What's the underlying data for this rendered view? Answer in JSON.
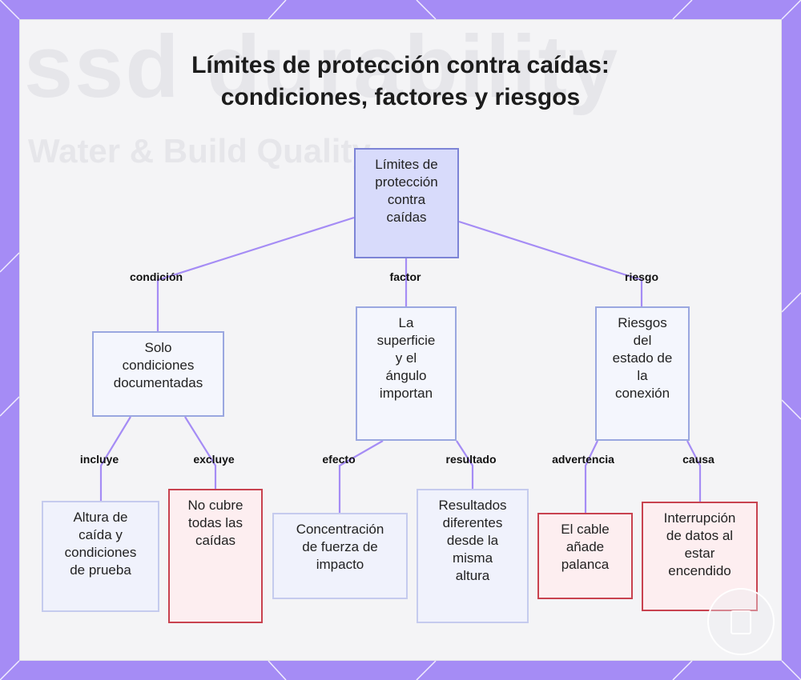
{
  "title": {
    "line1": "Límites de protección contra caídas:",
    "line2": "condiciones, factores y riesgos"
  },
  "nodes": {
    "root": [
      "Límites de",
      "protección",
      "contra",
      "caídas"
    ],
    "condition": [
      "Solo",
      "condiciones",
      "documentadas"
    ],
    "factor": [
      "La",
      "superficie",
      "y el",
      "ángulo",
      "importan"
    ],
    "risk": [
      "Riesgos",
      "del",
      "estado de",
      "la",
      "conexión"
    ],
    "includes": [
      "Altura de",
      "caída y",
      "condiciones",
      "de prueba"
    ],
    "excludes": [
      "No cubre",
      "todas las",
      "caídas"
    ],
    "effect": [
      "Concentración",
      "de fuerza de",
      "impacto"
    ],
    "result": [
      "Resultados",
      "diferentes",
      "desde la",
      "misma",
      "altura"
    ],
    "warning": [
      "El cable",
      "añade",
      "palanca"
    ],
    "cause": [
      "Interrupción",
      "de datos al",
      "estar",
      "encendido"
    ]
  },
  "edges": {
    "condition": "condición",
    "factor": "factor",
    "risk": "riesgo",
    "includes": "incluye",
    "excludes": "excluye",
    "effect": "efecto",
    "result": "resultado",
    "warning": "advertencia",
    "cause": "causa"
  },
  "colors": {
    "background": "#a58cf5",
    "panel": "#f4f4f6",
    "root_fill": "#d8dbfb",
    "node_fill": "#f4f6fd",
    "leaf_fill": "#f0f2fc",
    "alert_fill": "#fdeef0",
    "alert_border": "#c8424f",
    "link": "#a58cf5"
  }
}
